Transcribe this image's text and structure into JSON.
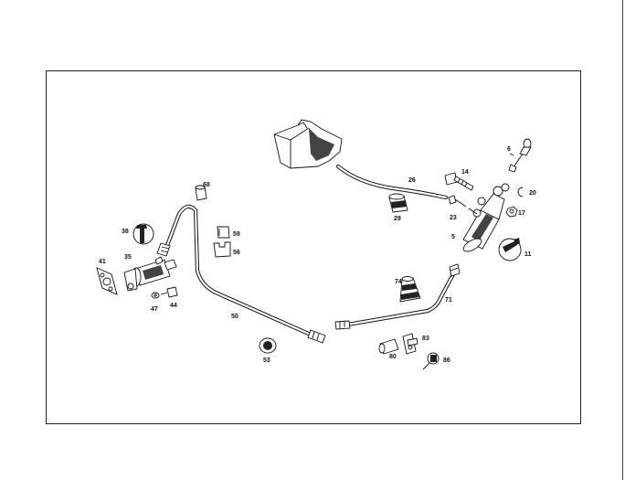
{
  "diagram": {
    "parts": [
      {
        "id": "p6",
        "number": "6"
      },
      {
        "id": "p14",
        "number": "14"
      },
      {
        "id": "p20",
        "number": "20"
      },
      {
        "id": "p26",
        "number": "26"
      },
      {
        "id": "p23",
        "number": "23"
      },
      {
        "id": "p17",
        "number": "17"
      },
      {
        "id": "p29",
        "number": "29"
      },
      {
        "id": "p5",
        "number": "5"
      },
      {
        "id": "p11",
        "number": "11"
      },
      {
        "id": "p68",
        "number": "68"
      },
      {
        "id": "p38",
        "number": "38"
      },
      {
        "id": "p59",
        "number": "59"
      },
      {
        "id": "p56",
        "number": "56"
      },
      {
        "id": "p41",
        "number": "41"
      },
      {
        "id": "p35",
        "number": "35"
      },
      {
        "id": "p74",
        "number": "74"
      },
      {
        "id": "p71",
        "number": "71"
      },
      {
        "id": "p47",
        "number": "47"
      },
      {
        "id": "p44",
        "number": "44"
      },
      {
        "id": "p50",
        "number": "50"
      },
      {
        "id": "p83",
        "number": "83"
      },
      {
        "id": "p80",
        "number": "80"
      },
      {
        "id": "p86",
        "number": "86"
      },
      {
        "id": "p53",
        "number": "53"
      }
    ],
    "icons": [
      "wrench-icon"
    ]
  }
}
